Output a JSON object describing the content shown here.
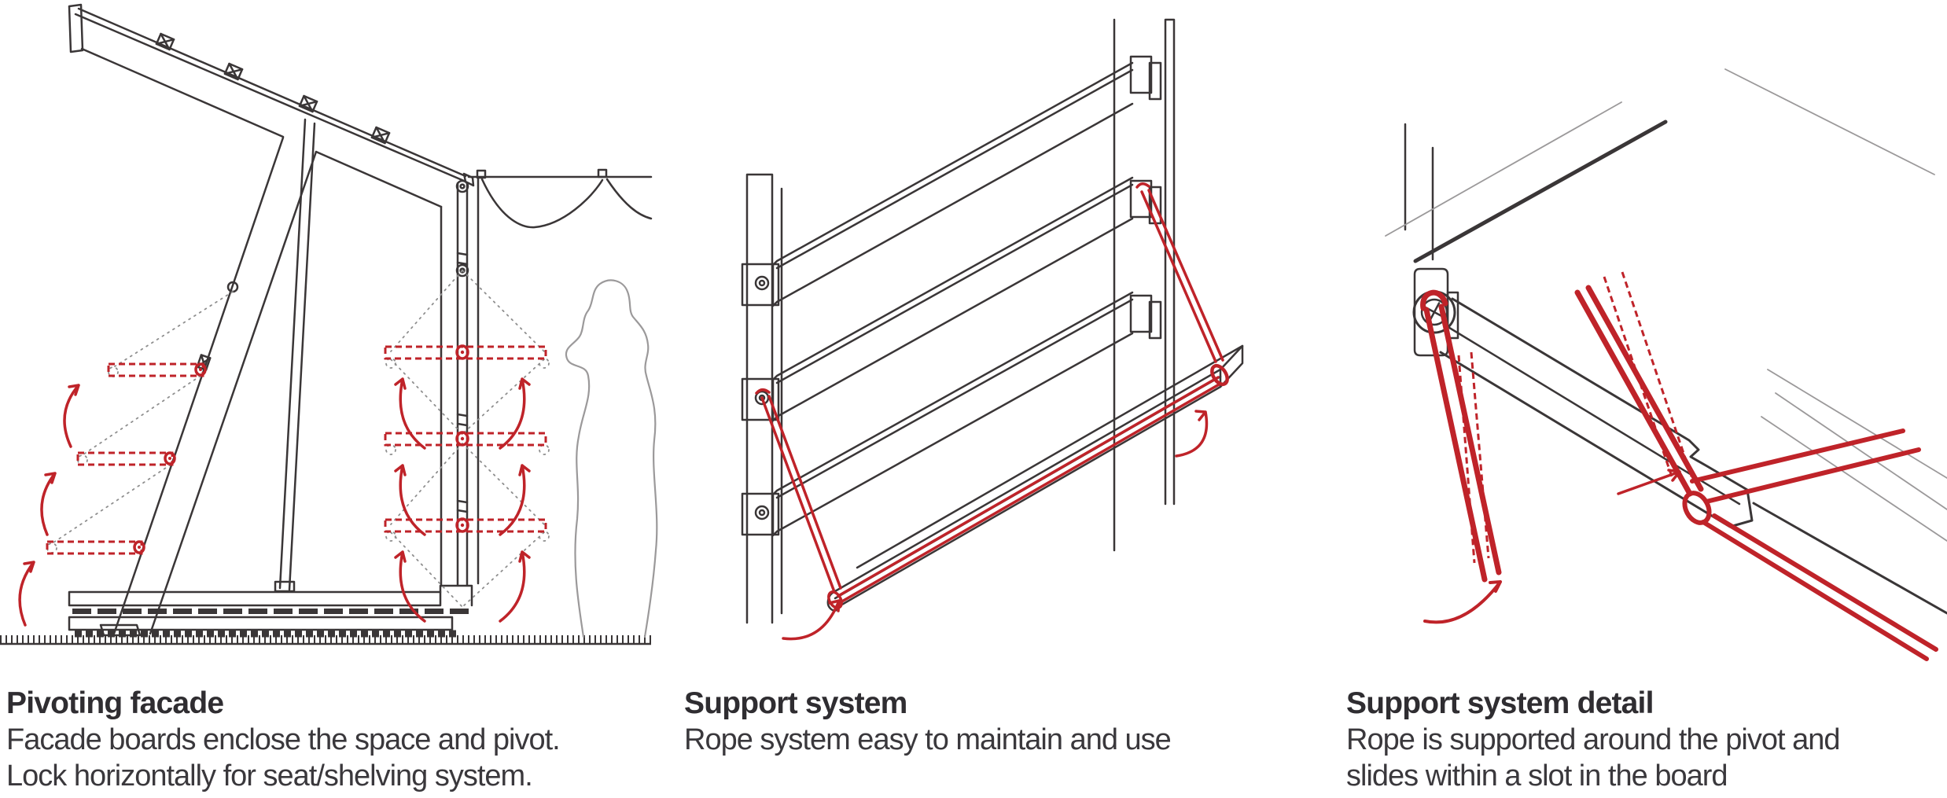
{
  "panels": [
    {
      "title": "Pivoting facade",
      "lines": [
        "Facade boards enclose the space and pivot.",
        "Lock horizontally for seat/shelving system."
      ]
    },
    {
      "title": "Support system",
      "lines": [
        "Rope system easy to maintain and use"
      ]
    },
    {
      "title": "Support system detail",
      "lines": [
        "Rope is supported around the pivot and",
        "slides within a slot in the board"
      ]
    }
  ],
  "colors": {
    "accent_red": "#bf2329",
    "line_dark": "#3a3637",
    "line_light": "#9b999a",
    "dotted_gray": "#8f8f8f",
    "text": "#2f2d31",
    "background": "#ffffff"
  }
}
